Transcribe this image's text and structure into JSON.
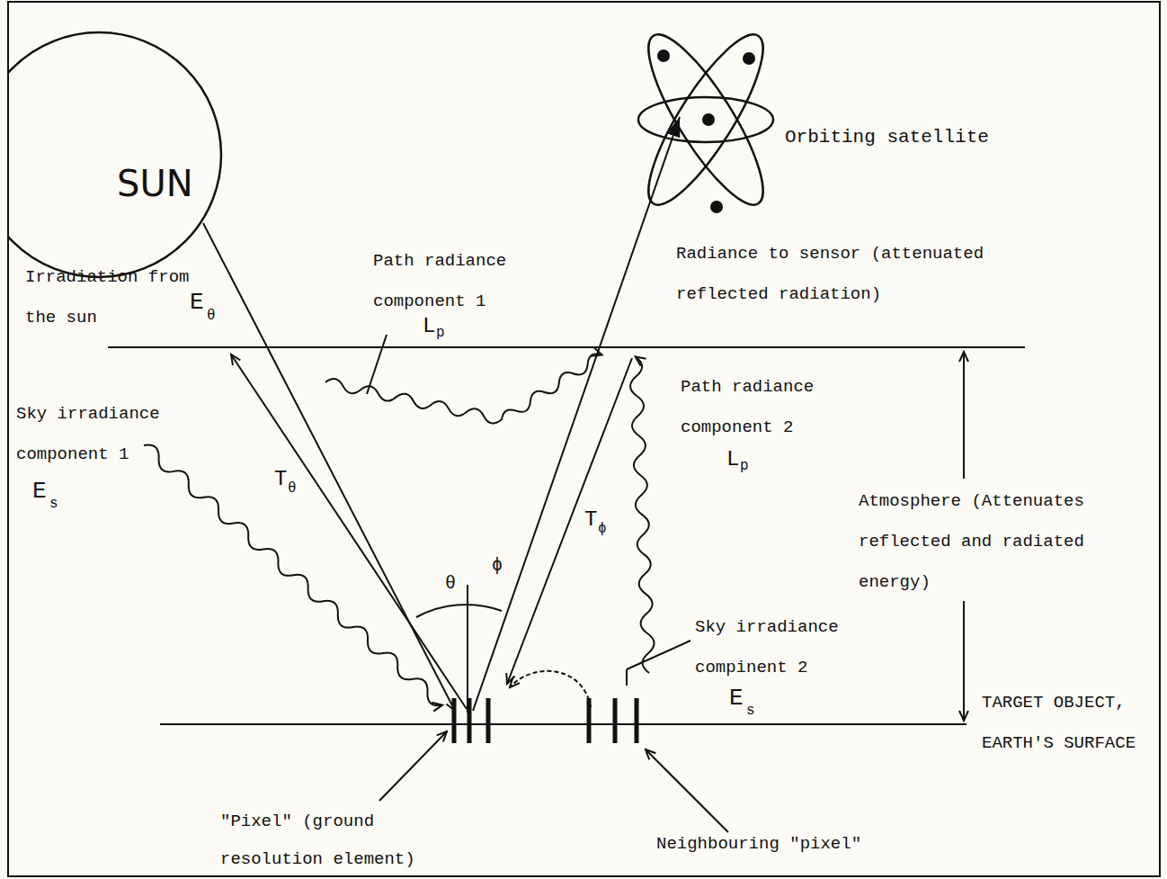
{
  "diagram": {
    "nodes": [
      {
        "text": [
          "SUN"
        ]
      },
      {
        "text": [
          "Orbiting satellite"
        ]
      }
    ],
    "labels": [
      "Irradiation from the sun",
      "E",
      "θ",
      "Path radiance component 1",
      "L",
      "p",
      "Radiance to sensor (attenuated reflected radiation)",
      "Sky irradiance component 1",
      "E",
      "s",
      "Path radiance component 2",
      "L",
      "p",
      "T",
      "θ",
      "T",
      "ϕ",
      "θ",
      "ϕ",
      "Atmosphere (Attenuates reflected and radiated energy)",
      "Sky irradiance compinent 2",
      "E",
      "s",
      "TARGET OBJECT, EARTH'S SURFACE",
      "\"Pixel\" (ground resolution element)",
      "Neighbouring \"pixel\""
    ]
  }
}
